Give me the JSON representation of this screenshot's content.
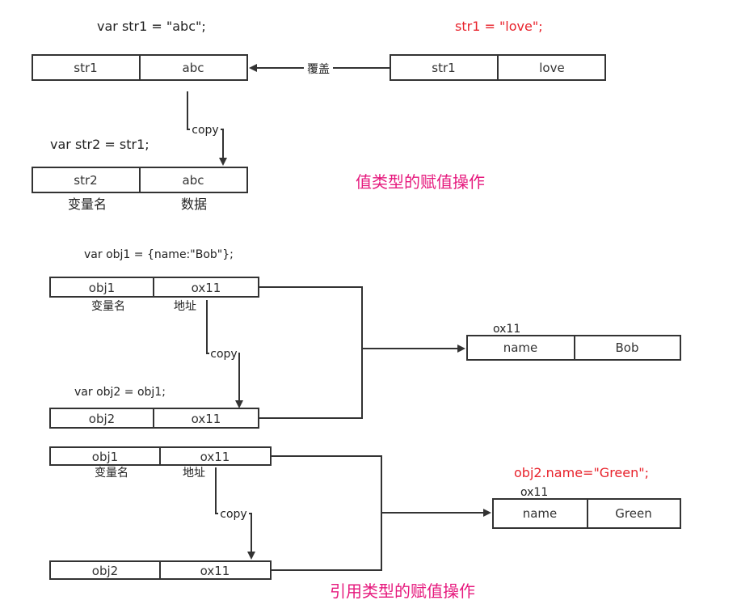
{
  "value_section": {
    "code_str1": "var str1 = \"abc\";",
    "code_str1_assign": "str1 = \"love\";",
    "code_str2": "var str2 = str1;",
    "str1_name": "str1",
    "str1_value": "abc",
    "new_name": "str1",
    "new_value": "love",
    "overwrite_label": "覆盖",
    "copy_label": "copy",
    "str2_name": "str2",
    "str2_value": "abc",
    "var_name_caption": "变量名",
    "data_caption": "数据",
    "title": "值类型的赋值操作"
  },
  "ref_section_1": {
    "code_obj1": "var obj1 = {name:\"Bob\"};",
    "obj1_name": "obj1",
    "obj1_addr": "ox11",
    "var_name_caption": "变量名",
    "addr_caption": "地址",
    "copy_label": "copy",
    "code_obj2": "var obj2 = obj1;",
    "obj2_name": "obj2",
    "obj2_addr": "ox11",
    "heap_addr": "ox11",
    "heap_key": "name",
    "heap_value": "Bob"
  },
  "ref_section_2": {
    "obj1_name": "obj1",
    "obj1_addr": "ox11",
    "var_name_caption": "变量名",
    "addr_caption": "地址",
    "copy_label": "copy",
    "obj2_name": "obj2",
    "obj2_addr": "ox11",
    "code_assign": "obj2.name=\"Green\";",
    "heap_addr": "ox11",
    "heap_key": "name",
    "heap_value": "Green",
    "title": "引用类型的赋值操作"
  }
}
